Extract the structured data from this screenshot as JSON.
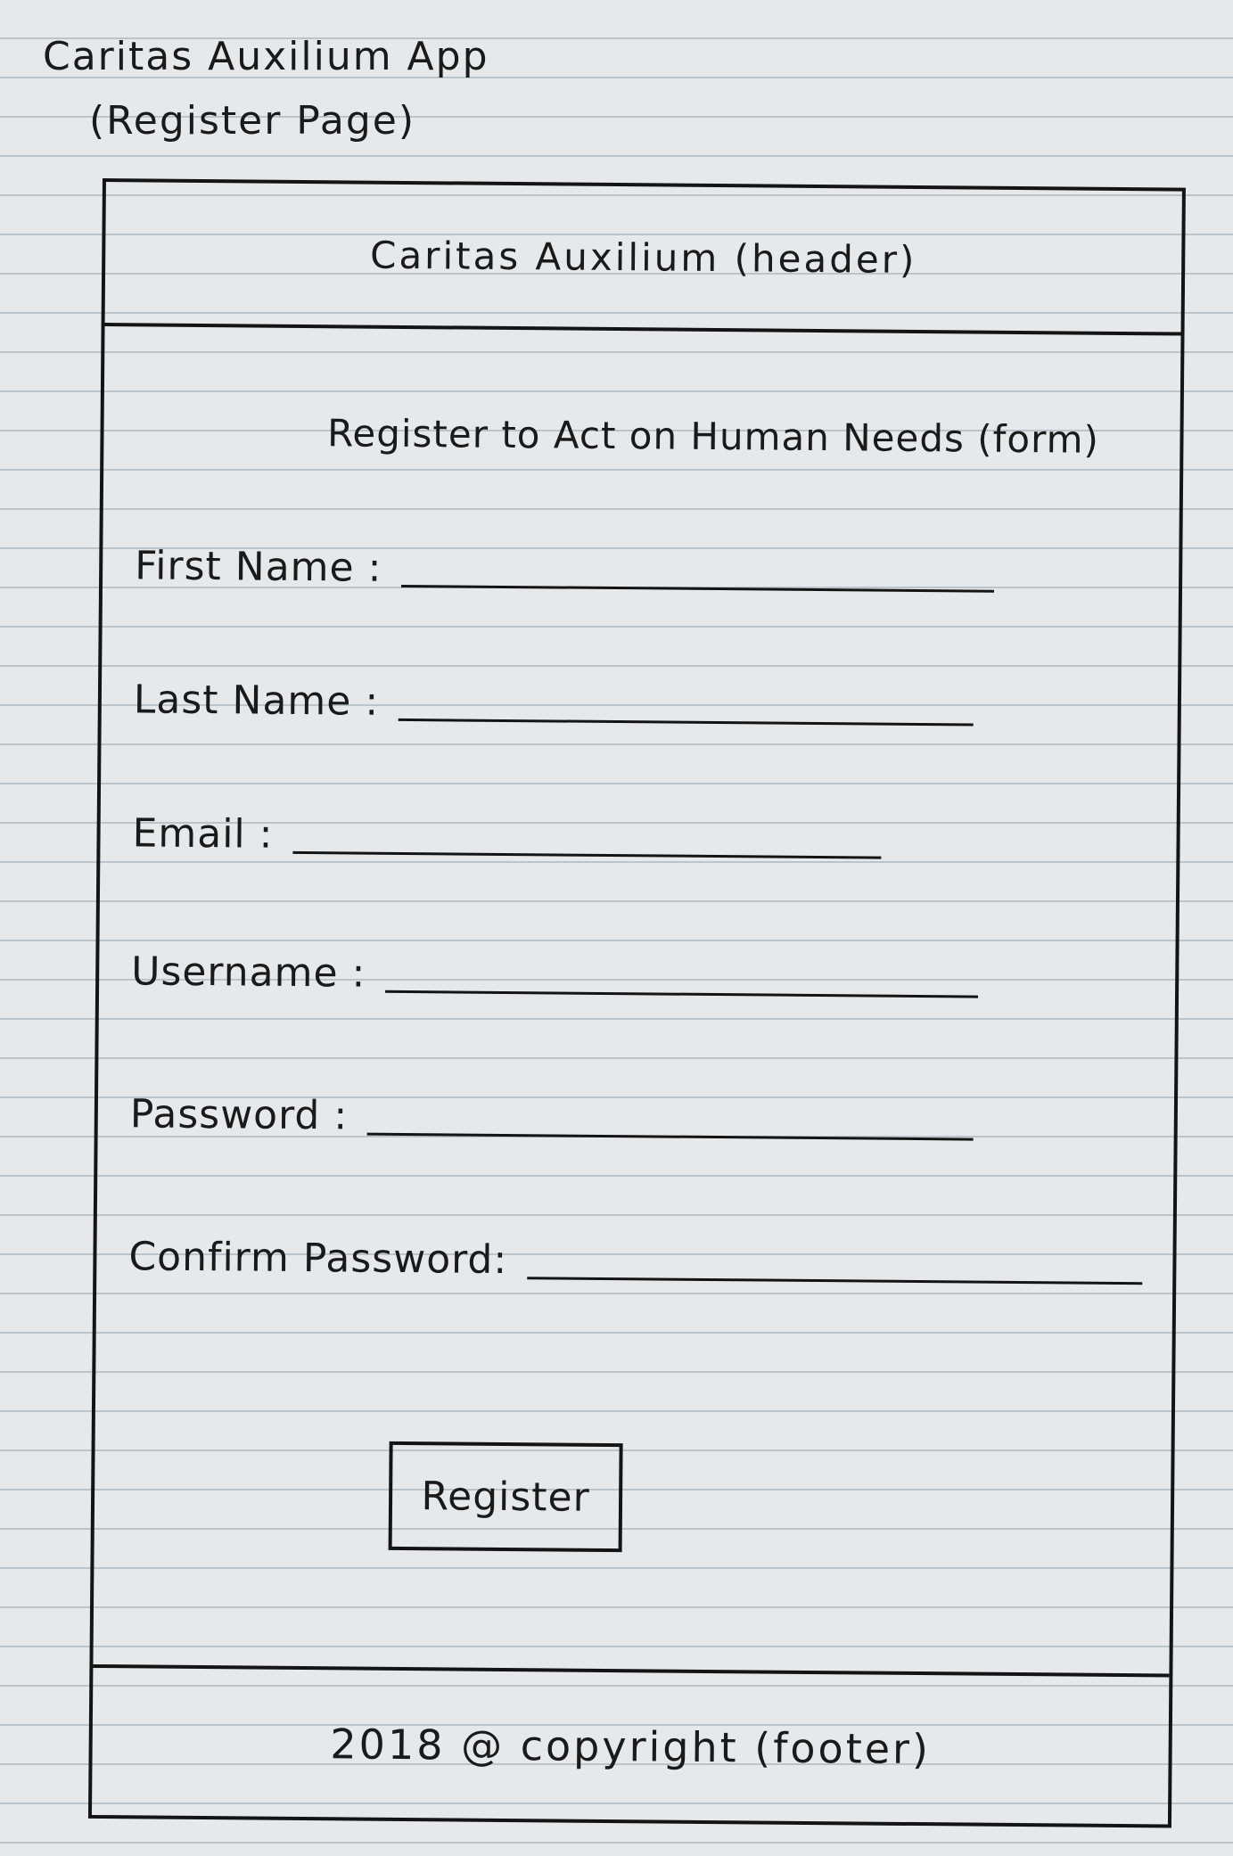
{
  "annotation": {
    "title": "Caritas Auxilium App",
    "subtitle": "(Register Page)"
  },
  "header": {
    "text": "Caritas Auxilium (header)"
  },
  "form": {
    "title": "Register to Act on Human Needs (form)",
    "fields": [
      {
        "label": "First Name :"
      },
      {
        "label": "Last Name :"
      },
      {
        "label": "Email :"
      },
      {
        "label": "Username :"
      },
      {
        "label": "Password :"
      },
      {
        "label": "Confirm Password:"
      }
    ],
    "register_label": "Register"
  },
  "footer": {
    "text": "2018 @ copyright (footer)"
  }
}
